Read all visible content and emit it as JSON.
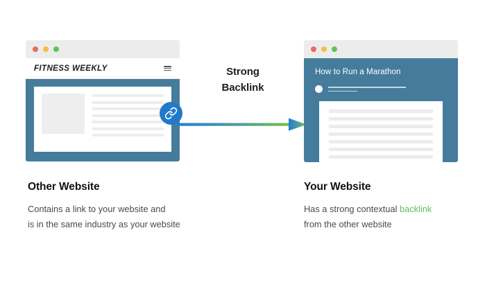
{
  "colors": {
    "browser_body_blue": "#457c9c",
    "titlebar_grey": "#ececec",
    "link_badge_blue": "#2079c9",
    "arrow_start": "#1f7fd4",
    "arrow_end": "#7ac142",
    "highlight_green": "#5fbb5f",
    "dot_red": "#ed6a5e",
    "dot_yellow": "#f4bd4f",
    "dot_green": "#61c454",
    "placeholder_grey": "#ededed"
  },
  "left_window": {
    "traffic_lights": [
      "close-dot",
      "minimize-dot",
      "maximize-dot"
    ],
    "site_logo": "FITNESS WEEKLY",
    "menu_icon": "hamburger-icon",
    "article": {
      "thumbnail": "image-placeholder",
      "text_line_count": 7,
      "link_badge_icon": "link-chain-icon"
    }
  },
  "middle": {
    "label_line1": "Strong",
    "label_line2": "Backlink",
    "arrow_icon": "arrow-right-gradient-icon"
  },
  "right_window": {
    "traffic_lights": [
      "close-dot",
      "minimize-dot",
      "maximize-dot"
    ],
    "post_title": "How to Run a Marathon",
    "author_avatar": "avatar-circle",
    "meta_line_count": 2,
    "content_line_count": 7
  },
  "captions": {
    "left": {
      "heading": "Other Website",
      "line1": "Contains a link to your website and",
      "line2": "is in the same industry as your website"
    },
    "right": {
      "heading": "Your Website",
      "line1_pre": "Has a strong contextual ",
      "line1_highlight": "backlink",
      "line2": "from the other website"
    }
  }
}
